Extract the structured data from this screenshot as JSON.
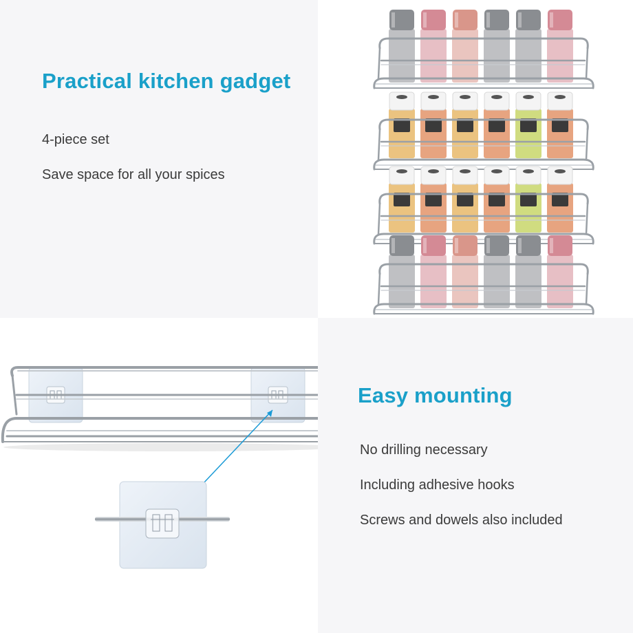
{
  "colors": {
    "accent": "#1aa0c9",
    "text": "#3a3a3a",
    "panel_gray": "#f6f6f8",
    "chrome": "#9aa0a6",
    "jar_gray": "#8a8d91",
    "jar_pink": "#d48a95",
    "jar_copper": "#d9968a",
    "spice_yellow": "#e8b96a",
    "spice_orange": "#e3946a",
    "spice_green": "#c8d66a",
    "arrow": "#1a9ad6"
  },
  "section_top": {
    "heading": "Practical kitchen gadget",
    "lines": [
      "4-piece set",
      "Save space for all your spices"
    ]
  },
  "section_bottom": {
    "heading": "Easy mounting",
    "lines": [
      "No drilling necessary",
      "Including adhesive hooks",
      "Screws and dowels also included"
    ]
  },
  "product_image": {
    "racks": [
      {
        "cap": "tinted",
        "jars": [
          "gray",
          "pink",
          "copper",
          "gray",
          "gray",
          "pink"
        ]
      },
      {
        "cap": "shaker",
        "jars": [
          "yellow",
          "orange",
          "yellow",
          "orange",
          "green",
          "orange"
        ]
      },
      {
        "cap": "shaker",
        "jars": [
          "yellow",
          "orange",
          "yellow",
          "orange",
          "green",
          "orange"
        ]
      },
      {
        "cap": "tinted",
        "jars": [
          "gray",
          "pink",
          "copper",
          "gray",
          "gray",
          "pink"
        ]
      }
    ]
  },
  "mounting_image": {
    "icons": [
      "adhesive-pad-icon",
      "hook-icon",
      "arrow-icon"
    ]
  }
}
